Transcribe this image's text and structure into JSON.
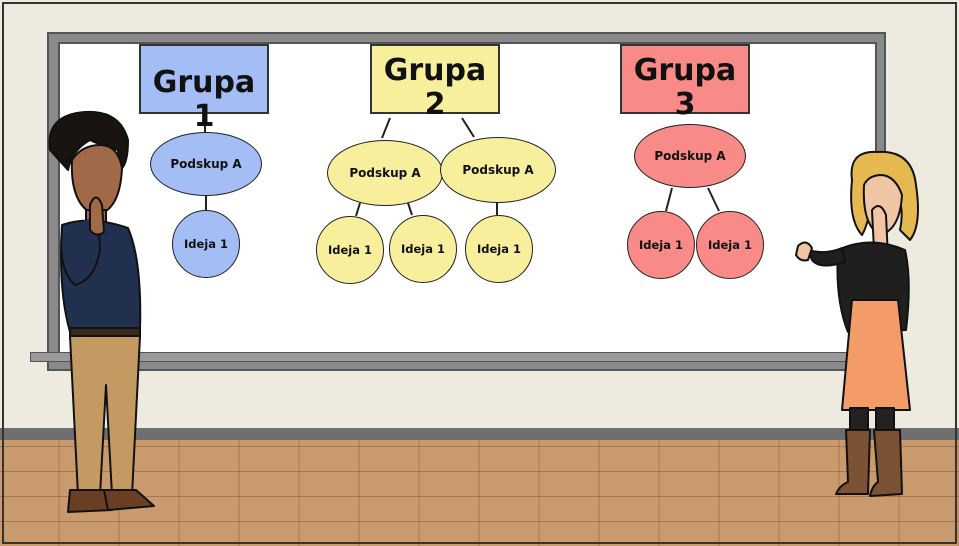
{
  "groups": [
    {
      "title": "Grupa 1",
      "color": "#a4bdf4",
      "subsets": [
        {
          "label": "Podskup A",
          "ideas": [
            "Ideja 1"
          ]
        }
      ]
    },
    {
      "title": "Grupa 2",
      "color": "#f8ef9d",
      "subsets": [
        {
          "label": "Podskup A",
          "ideas": [
            "Ideja 1",
            "Ideja 1"
          ]
        },
        {
          "label": "Podskup A",
          "ideas": [
            "Ideja 1"
          ]
        }
      ]
    },
    {
      "title": "Grupa 3",
      "color": "#f88a87",
      "subsets": [
        {
          "label": "Podskup A",
          "ideas": [
            "Ideja 1",
            "Ideja 1"
          ]
        }
      ]
    }
  ]
}
